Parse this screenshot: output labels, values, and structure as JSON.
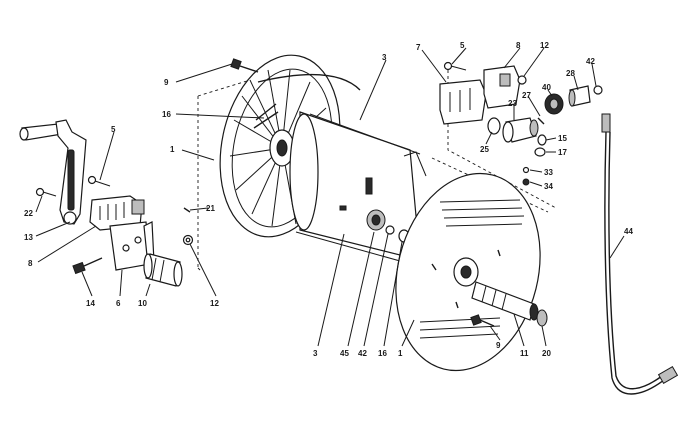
{
  "labels": {
    "l9a": "9",
    "l16a": "16",
    "l1a": "1",
    "l3a": "3",
    "l5a": "5",
    "l22": "22",
    "l13": "13",
    "l8a": "8",
    "l14": "14",
    "l6": "6",
    "l10": "10",
    "l12a": "12",
    "l21": "21",
    "l7": "7",
    "l5b": "5",
    "l8b": "8",
    "l12b": "12",
    "l42a": "42",
    "l28": "28",
    "l40": "40",
    "l27": "27",
    "l23": "23",
    "l25": "25",
    "l15": "15",
    "l17": "17",
    "l33": "33",
    "l34": "34",
    "l44": "44",
    "l3b": "3",
    "l45": "45",
    "l42b": "42",
    "l16b": "16",
    "l1b": "1",
    "l9b": "9",
    "l11": "11",
    "l20": "20"
  }
}
